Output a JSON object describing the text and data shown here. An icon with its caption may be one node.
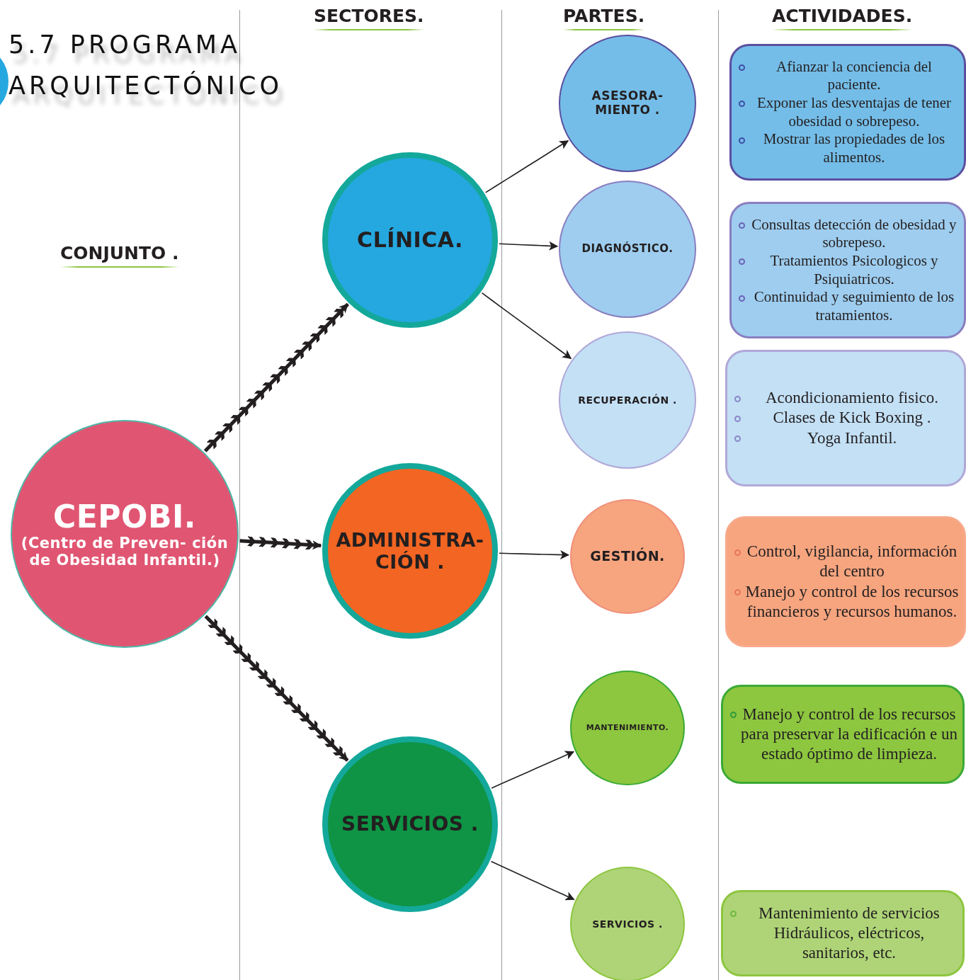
{
  "diagram": {
    "title": "5.7 PROGRAMA ARQUITECTÓNICO",
    "nodes": [
      {
        "text": [
          "CEPOBI.",
          "(Centro de Preven- ción de Obesidad Infantil.)"
        ]
      },
      {
        "text": [
          "CLÍNICA."
        ]
      },
      {
        "text": [
          "ADMINISTRA- CIÓN ."
        ]
      },
      {
        "text": [
          "SERVICIOS ."
        ]
      },
      {
        "text": [
          "ASESORA- MIENTO ."
        ]
      },
      {
        "text": [
          "DIAGNÓSTICO."
        ]
      },
      {
        "text": [
          "RECUPERACIÓN ."
        ]
      },
      {
        "text": [
          "GESTIÓN."
        ]
      },
      {
        "text": [
          "MANTENIMIENTO."
        ]
      },
      {
        "text": [
          "SERVICIOS ."
        ]
      },
      {
        "text": [
          "Afianzar la conciencia del paciente.",
          "Exponer las desventajas de tener obesidad o sobrepeso.",
          "Mostrar las propiedades de los alimentos."
        ]
      },
      {
        "text": [
          "Consultas detección de obesidad y sobrepeso.",
          "Tratamientos Psicologicos y Psiquiatricos.",
          "Continuidad y seguimiento de los tratamientos."
        ]
      },
      {
        "text": [
          "Acondicionamiento fisico.",
          "Clases de Kick Boxing .",
          "Yoga Infantil."
        ]
      },
      {
        "text": [
          "Control, vigilancia, información del centro",
          "Manejo y control  de los recursos financieros y recursos humanos."
        ]
      },
      {
        "text": [
          "Manejo y control  de los recursos para preservar la edificación e un estado óptimo de limpieza."
        ]
      },
      {
        "text": [
          "Mantenimiento de servicios Hidráulicos, eléctricos, sanitarios, etc."
        ]
      }
    ],
    "edges": [
      {
        "from": 0,
        "to": 1,
        "arrow": "to",
        "style": "thick"
      },
      {
        "from": 0,
        "to": 2,
        "arrow": "to",
        "style": "thick"
      },
      {
        "from": 0,
        "to": 3,
        "arrow": "to",
        "style": "thick"
      },
      {
        "from": 1,
        "to": 4,
        "arrow": "to"
      },
      {
        "from": 1,
        "to": 5,
        "arrow": "to"
      },
      {
        "from": 1,
        "to": 6,
        "arrow": "to"
      },
      {
        "from": 2,
        "to": 7,
        "arrow": "to"
      },
      {
        "from": 3,
        "to": 8,
        "arrow": "to"
      },
      {
        "from": 3,
        "to": 9,
        "arrow": "to"
      }
    ],
    "labels": [
      "SECTORES.",
      "PARTES.",
      "ACTIVIDADES.",
      "CONJUNTO ."
    ]
  }
}
